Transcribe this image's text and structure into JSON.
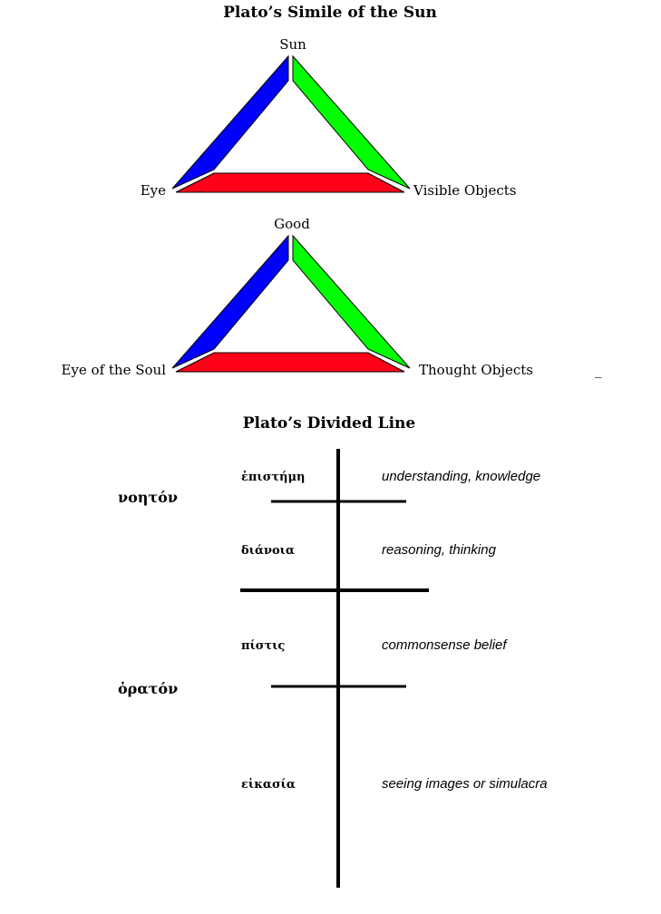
{
  "colors": {
    "blue": "#0000ff",
    "green": "#00ff00",
    "red": "#ff0018",
    "line": "#000000"
  },
  "sun_simile": {
    "title": "Plato’s Simile of the Sun",
    "triangle1": {
      "apex": "Sun",
      "left": "Eye",
      "right": "Visible Objects"
    },
    "triangle2": {
      "apex": "Good",
      "left": "Eye of the Soul",
      "right": "Thought Objects"
    },
    "stray_mark": "_"
  },
  "divided_line": {
    "title": "Plato’s Divided Line",
    "realms": [
      {
        "label": "νοητόν"
      },
      {
        "label": "ὁρατόν"
      }
    ],
    "segments": [
      {
        "greek": "ἐπιστήμη",
        "english": "understanding, knowledge"
      },
      {
        "greek": "διάνοια",
        "english": "reasoning, thinking"
      },
      {
        "greek": "πίστις",
        "english": "commonsense belief"
      },
      {
        "greek": "εἰκασία",
        "english": "seeing images or simulacra"
      }
    ]
  }
}
